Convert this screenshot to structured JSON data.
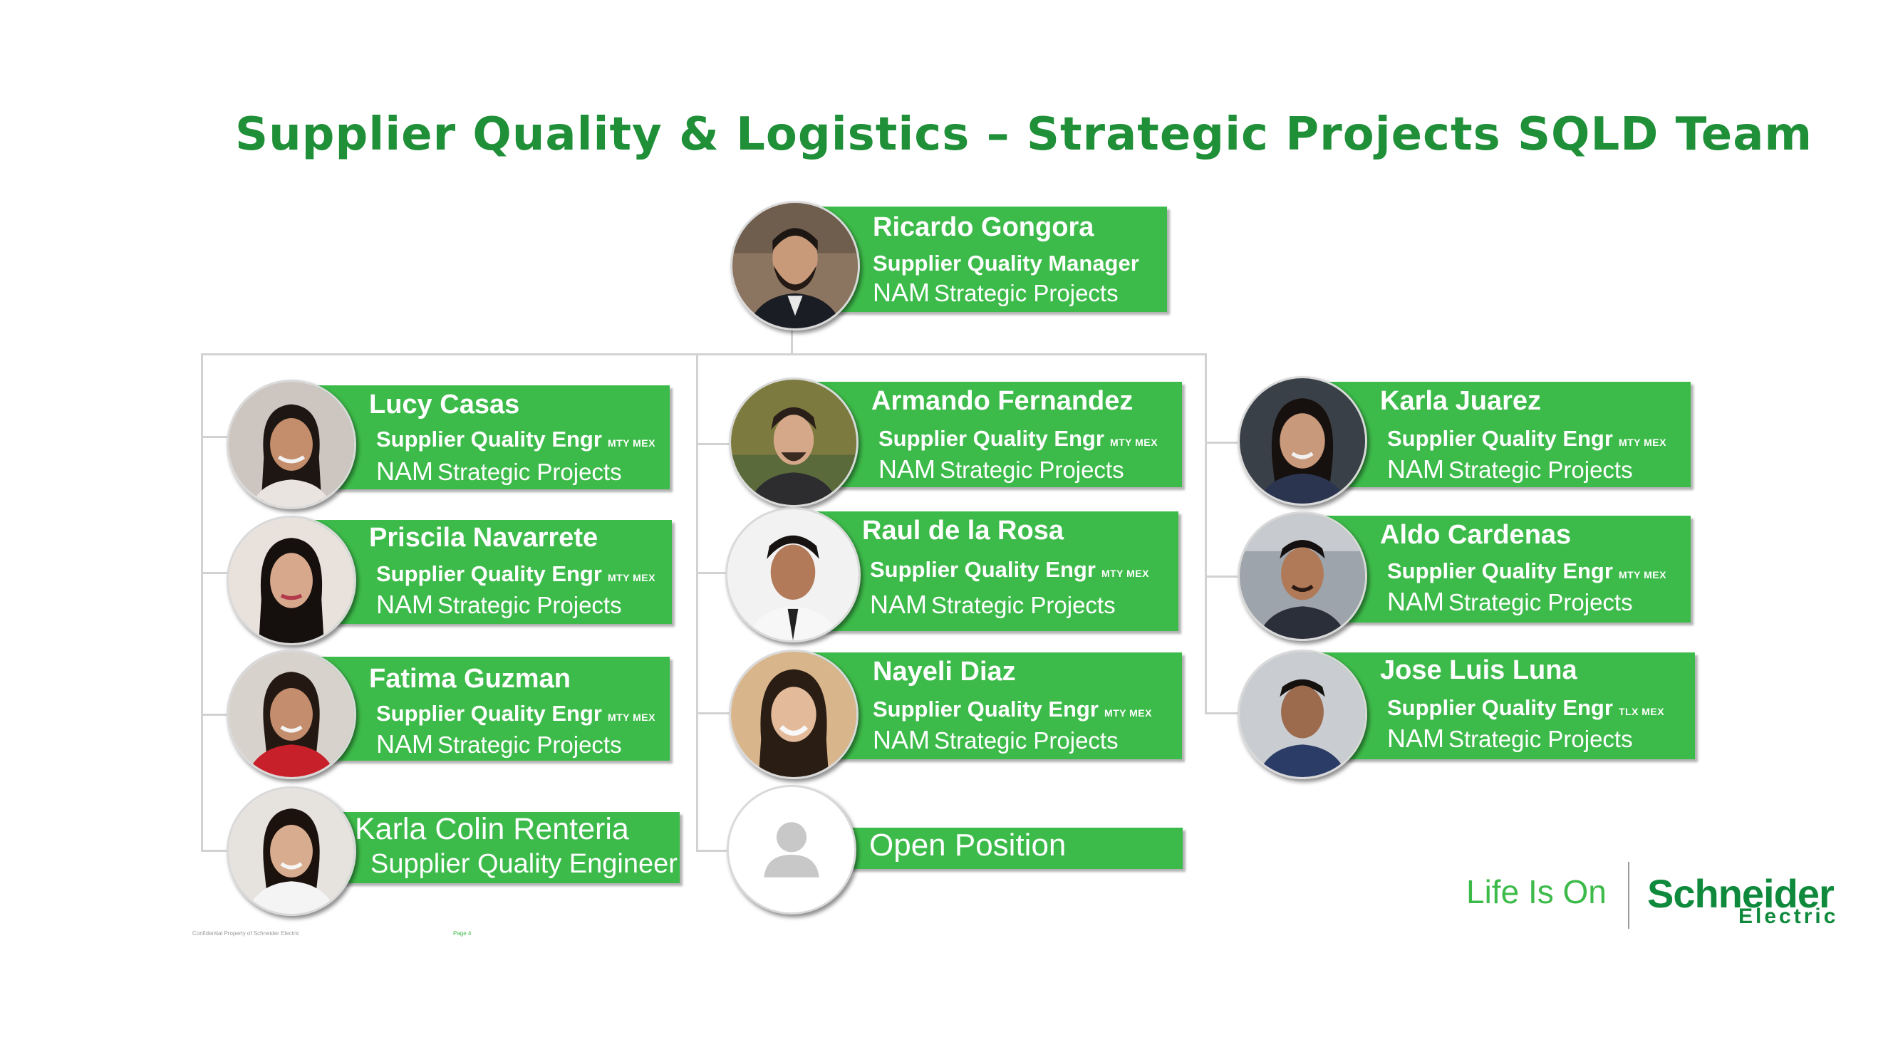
{
  "title": "Supplier Quality & Logistics – Strategic Projects SQLD Team",
  "manager": {
    "name": "Ricardo Gongora",
    "role": "Supplier Quality Manager",
    "dept_org": "NAM",
    "dept_rest": "Strategic Projects",
    "photo": "portrait-man-beard"
  },
  "members": [
    {
      "name": "Lucy Casas",
      "role": "Supplier Quality Engr",
      "loc": "MTY MEX",
      "dept_org": "NAM",
      "dept_rest": "Strategic Projects",
      "photo": "portrait-woman-dark-hair"
    },
    {
      "name": "Priscila Navarrete",
      "role": "Supplier Quality Engr",
      "loc": "MTY MEX",
      "dept_org": "NAM",
      "dept_rest": "Strategic Projects",
      "photo": "portrait-woman-dark-hair"
    },
    {
      "name": "Fatima Guzman",
      "role": "Supplier Quality Engr",
      "loc": "MTY MEX",
      "dept_org": "NAM",
      "dept_rest": "Strategic Projects",
      "photo": "portrait-woman-red-top"
    },
    {
      "name": "Karla Colin Renteria",
      "role": "Supplier Quality Engineer",
      "photo": "portrait-woman-white-top"
    },
    {
      "name": "Armando Fernandez",
      "role": "Supplier Quality Engr",
      "loc": "MTY MEX",
      "dept_org": "NAM",
      "dept_rest": "Strategic Projects",
      "photo": "portrait-man-outdoor"
    },
    {
      "name": "Raul de la Rosa",
      "role": "Supplier Quality Engr",
      "loc": "MTY MEX",
      "dept_org": "NAM",
      "dept_rest": "Strategic Projects",
      "photo": "portrait-man-tie"
    },
    {
      "name": "Nayeli Diaz",
      "role": "Supplier Quality Engr",
      "loc": "MTY MEX",
      "dept_org": "NAM",
      "dept_rest": "Strategic Projects",
      "photo": "portrait-woman-smiling"
    },
    {
      "name": "Open Position",
      "photo": "placeholder-person-icon"
    },
    {
      "name": "Karla Juarez",
      "role": "Supplier Quality Engr",
      "loc": "MTY MEX",
      "dept_org": "NAM",
      "dept_rest": "Strategic Projects",
      "photo": "portrait-woman-dark-hair"
    },
    {
      "name": "Aldo Cardenas",
      "role": "Supplier Quality Engr",
      "loc": "MTY MEX",
      "dept_org": "NAM",
      "dept_rest": "Strategic Projects",
      "photo": "portrait-man-office"
    },
    {
      "name": "Jose Luis Luna",
      "role": "Supplier Quality Engr",
      "loc": "TLX MEX",
      "dept_org": "NAM",
      "dept_rest": "Strategic Projects",
      "photo": "portrait-man-office"
    }
  ],
  "footer": {
    "tagline": "Life Is On",
    "brand_name": "Schneider",
    "brand_sub": "Electric",
    "confidential": "Confidential Property of Schneider Electric",
    "page": "Page 4"
  },
  "colors": {
    "accent": "#3dbb4a",
    "title": "#1f8f38",
    "brand": "#0f8a3c"
  }
}
